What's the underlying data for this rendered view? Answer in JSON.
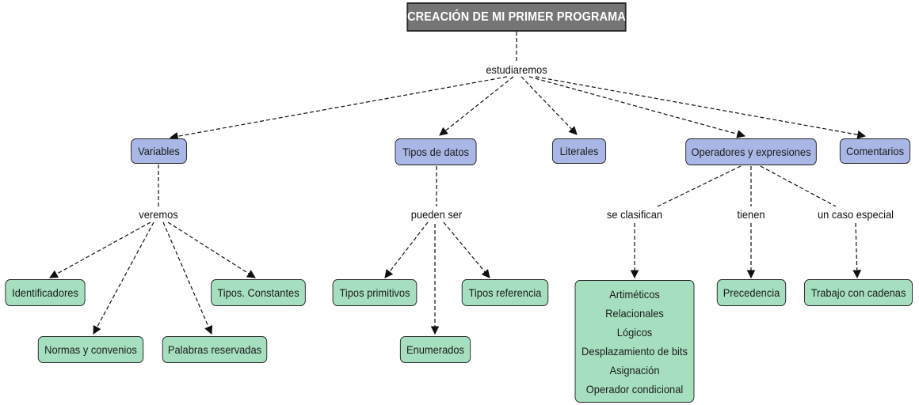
{
  "title": "CREACIÓN DE MI PRIMER PROGRAMA",
  "links": {
    "estudiaremos": "estudiaremos",
    "veremos": "veremos",
    "pueden_ser": "pueden ser",
    "se_clasifican": "se clasifican",
    "tienen": "tienen",
    "un_caso_especial": "un caso especial"
  },
  "concepts": {
    "variables": "Variables",
    "tipos_de_datos": "Tipos de datos",
    "literales": "Literales",
    "operadores": "Operadores y expresiones",
    "comentarios": "Comentarios"
  },
  "variables_children": {
    "identificadores": "Identificadores",
    "normas": "Normas y convenios",
    "palabras": "Palabras reservadas",
    "constantes": "Tipos. Constantes"
  },
  "tipos_children": {
    "primitivos": "Tipos primitivos",
    "enumerados": "Enumerados",
    "referencia": "Tipos referencia"
  },
  "operadores_children": {
    "clases": [
      "Artiméticos",
      "Relacionales",
      "Lógicos",
      "Desplazamiento de bits",
      "Asignación",
      "Operador condicional"
    ],
    "precedencia": "Precedencia",
    "cadenas": "Trabajo con cadenas"
  },
  "colors": {
    "title_bg": "#757575",
    "concept_bg": "#a9b7e6",
    "leaf_bg": "#a6dfbf",
    "line": "#111111"
  }
}
